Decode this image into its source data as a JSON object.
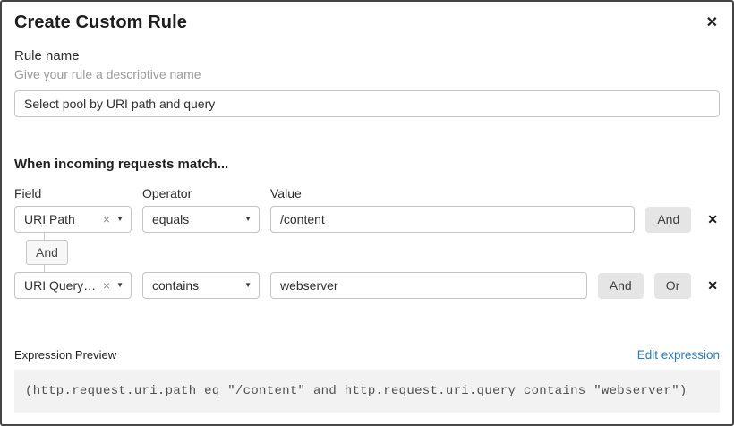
{
  "dialog": {
    "title": "Create Custom Rule"
  },
  "icons": {
    "close": "✕",
    "remove_row": "✕",
    "clear_selection": "×",
    "chevron_down": "▼"
  },
  "rule_name": {
    "label": "Rule name",
    "helper": "Give your rule a descriptive name",
    "value": "Select pool by URI path and query"
  },
  "match": {
    "heading": "When incoming requests match...",
    "columns": {
      "field": "Field",
      "operator": "Operator",
      "value": "Value"
    },
    "joiner": "And",
    "buttons": {
      "and": "And",
      "or": "Or"
    },
    "rows": [
      {
        "field": "URI Path",
        "operator": "equals",
        "value": "/content"
      },
      {
        "field": "URI Query St...",
        "operator": "contains",
        "value": "webserver"
      }
    ]
  },
  "expression": {
    "label": "Expression Preview",
    "edit_link": "Edit expression",
    "code": "(http.request.uri.path eq \"/content\" and http.request.uri.query contains \"webserver\")"
  },
  "colors": {
    "link": "#2c7cb0",
    "button_bg": "#e5e5e5",
    "code_bg": "#f2f2f2",
    "input_border": "#c4c4c4",
    "dialog_border": "#454545"
  }
}
